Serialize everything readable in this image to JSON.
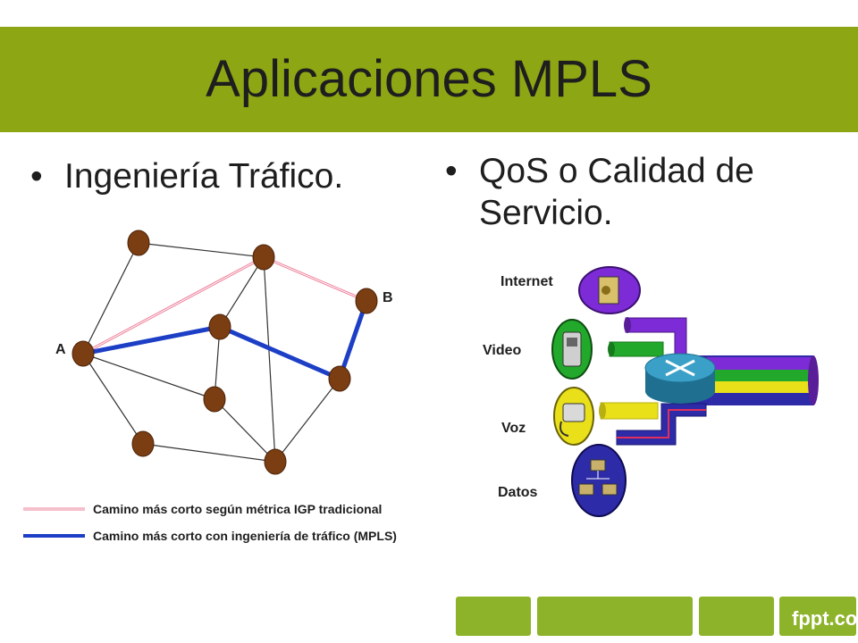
{
  "slide": {
    "title": "Aplicaciones MPLS",
    "bullet_char": "•",
    "left_bullet": "Ingeniería Tráfico.",
    "right_bullet_line1": "QoS o Calidad de",
    "right_bullet_line2": "Servicio."
  },
  "network_diagram": {
    "node_a_label": "A",
    "node_b_label": "B",
    "legend": [
      {
        "label": "Camino más corto según métrica IGP tradicional",
        "color": "#ee7f9a"
      },
      {
        "label": "Camino más corto con ingeniería de tráfico (MPLS)",
        "color": "#1c3fc6"
      }
    ],
    "node_color": "#7b3d12",
    "link_color": "#333333"
  },
  "qos_diagram": {
    "labels": [
      "Internet",
      "Video",
      "Voz",
      "Datos"
    ],
    "pipe_colors": {
      "internet": "#7c2bd6",
      "video": "#22a82a",
      "voz": "#e9e01a",
      "datos": "#2e2ba8",
      "router": "#2e8fb5"
    }
  },
  "footer": {
    "brand": "fppt.com",
    "bar_color": "#8db32a"
  }
}
